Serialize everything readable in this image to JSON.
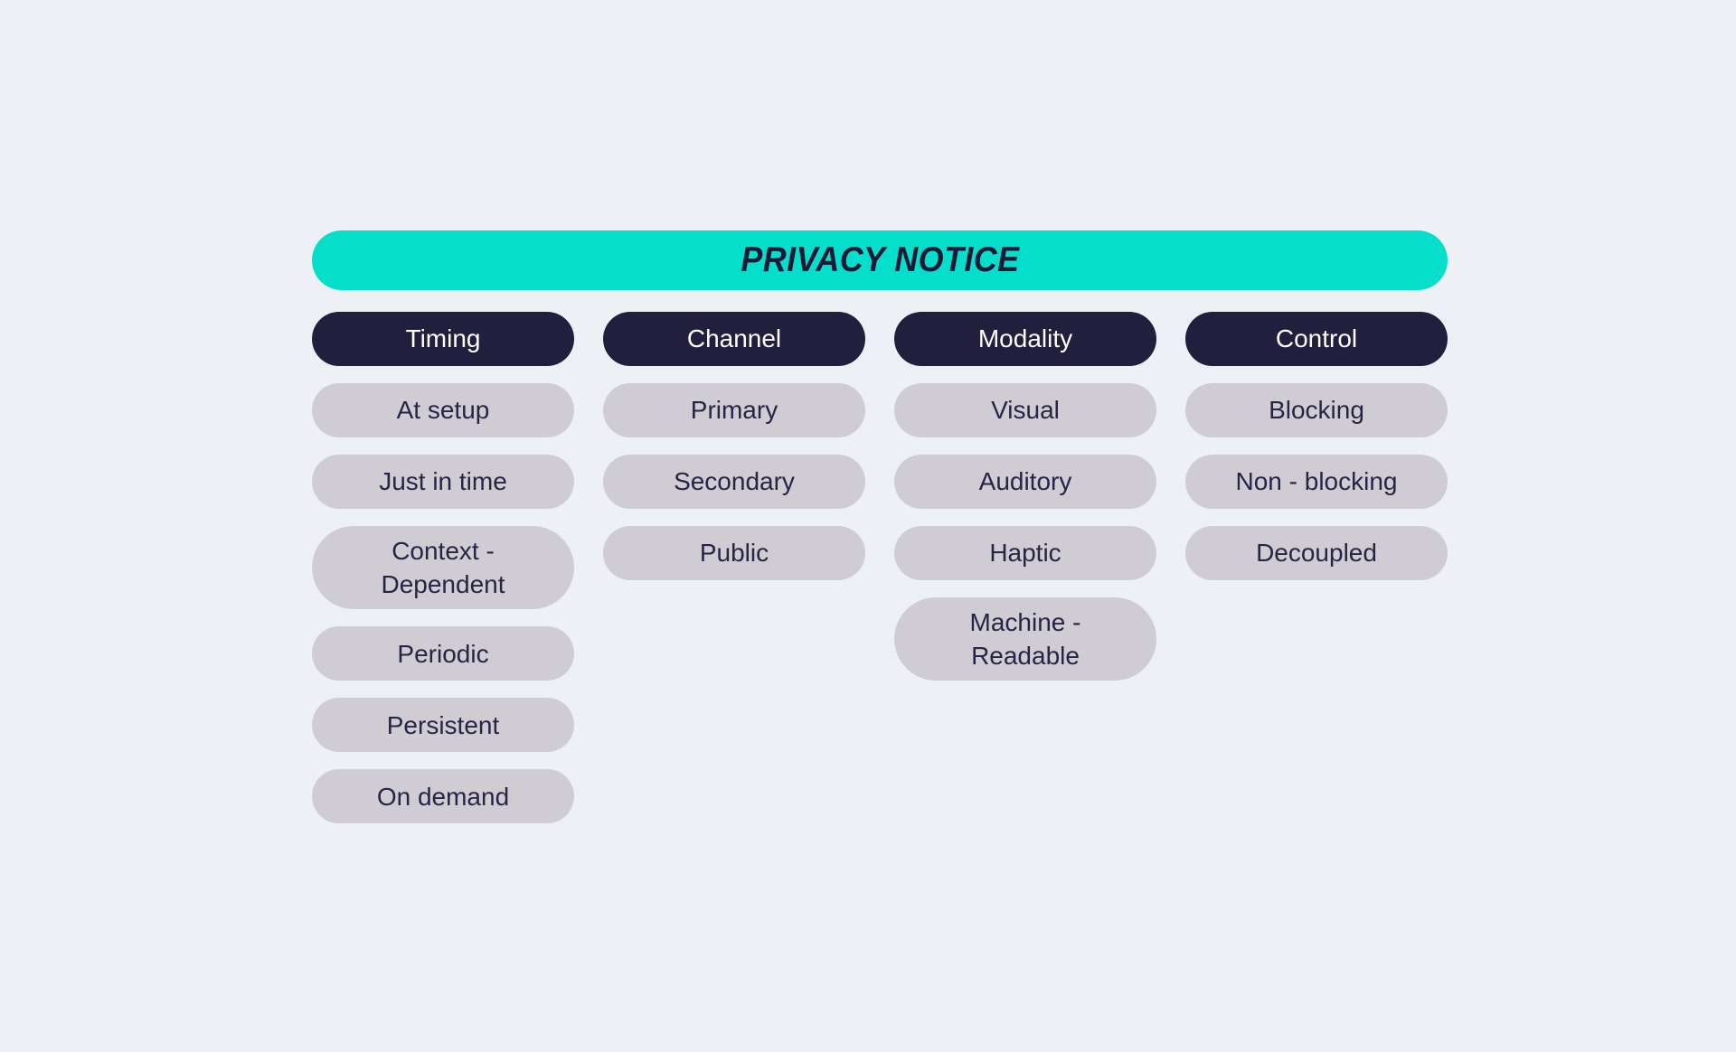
{
  "banner": {
    "title": "PRIVACY NOTICE"
  },
  "columns": [
    {
      "header": "Timing",
      "items": [
        "At setup",
        "Just in time",
        "Context - Dependent",
        "Periodic",
        "Persistent",
        "On demand"
      ]
    },
    {
      "header": "Channel",
      "items": [
        "Primary",
        "Secondary",
        "Public"
      ]
    },
    {
      "header": "Modality",
      "items": [
        "Visual",
        "Auditory",
        "Haptic",
        "Machine - Readable"
      ]
    },
    {
      "header": "Control",
      "items": [
        "Blocking",
        "Non - blocking",
        "Decoupled"
      ]
    }
  ],
  "colors": {
    "background": "#EDF1F6",
    "banner_background": "#05DECB",
    "banner_text": "#1D1A38",
    "column_header_background": "#211E3E",
    "column_header_text": "#FFFFFF",
    "pill_background": "#CFCDD3",
    "pill_text": "#292345"
  }
}
